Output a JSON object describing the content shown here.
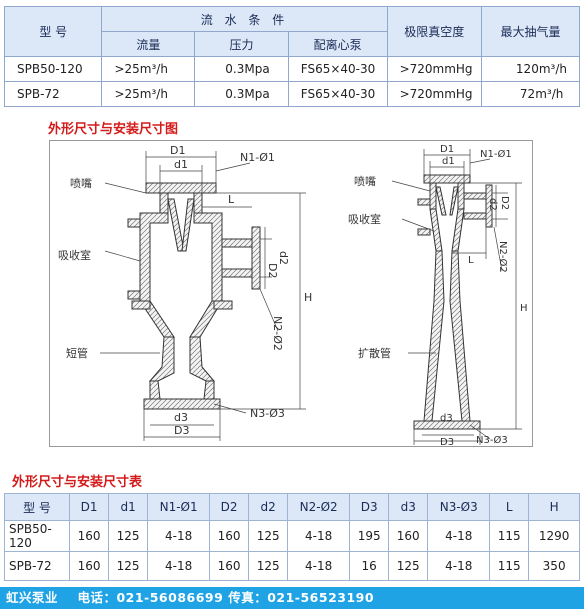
{
  "spec_table": {
    "h_model": "型  号",
    "h_flow_cond": "流 水 条 件",
    "h_flow": "流量",
    "h_pressure": "压力",
    "h_pump": "配离心泵",
    "h_vacuum": "极限真空度",
    "h_max_pump": "最大抽气量",
    "rows": [
      {
        "model": "SPB50-120",
        "flow": ">25m³/h",
        "pressure": "0.3Mpa",
        "pump": "FS65×40-30",
        "vacuum": ">720mmHg",
        "max": "120m³/h"
      },
      {
        "model": "SPB-72",
        "flow": ">25m³/h",
        "pressure": "0.3Mpa",
        "pump": "FS65×40-30",
        "vacuum": ">720mmHg",
        "max": "72m³/h"
      }
    ]
  },
  "figure": {
    "title": "外形尺寸与安装尺寸图",
    "left": {
      "D1": "D1",
      "d1": "d1",
      "N1": "N1-Ø1",
      "L": "L",
      "D2": "D2",
      "d2": "d2",
      "N2": "N2-Ø2",
      "H": "H",
      "d3": "d3",
      "D3": "D3",
      "N3": "N3-Ø3",
      "nozzle": "喷嘴",
      "chamber": "吸收室",
      "short_pipe": "短管"
    },
    "right": {
      "D1": "D1",
      "d1": "d1",
      "N1": "N1-Ø1",
      "D2": "D2",
      "d2": "d2",
      "L": "L",
      "N2": "N2-Ø2",
      "H": "H",
      "d3": "d3",
      "D3": "D3",
      "N3": "N3-Ø3",
      "nozzle": "喷嘴",
      "chamber": "吸收室",
      "diffuser": "扩散管"
    }
  },
  "dim_table": {
    "title": "外形尺寸与安装尺寸表",
    "headers": [
      "型 号",
      "D1",
      "d1",
      "N1-Ø1",
      "D2",
      "d2",
      "N2-Ø2",
      "D3",
      "d3",
      "N3-Ø3",
      "L",
      "H"
    ],
    "rows": [
      [
        "SPB50-120",
        "160",
        "125",
        "4-18",
        "160",
        "125",
        "4-18",
        "195",
        "160",
        "4-18",
        "115",
        "1290"
      ],
      [
        "SPB-72",
        "160",
        "125",
        "4-18",
        "160",
        "125",
        "4-18",
        "16",
        "125",
        "4-18",
        "115",
        "350"
      ]
    ]
  },
  "footer": {
    "company": "虹兴泵业",
    "phone_label": "电话：",
    "phone": "021-56086699",
    "fax_label": "传真：",
    "fax": "021-56523190"
  }
}
